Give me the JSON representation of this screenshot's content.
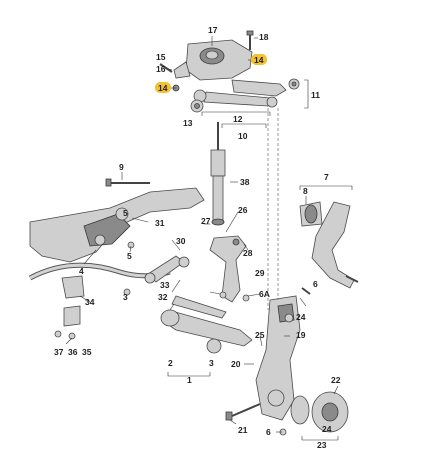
{
  "diagram": {
    "highlight_color": "#f2c230",
    "callouts": [
      {
        "text": "17"
      },
      {
        "text": "18"
      },
      {
        "text": "14"
      },
      {
        "text": "14"
      },
      {
        "text": "15"
      },
      {
        "text": "16"
      },
      {
        "text": "11"
      },
      {
        "text": "12"
      },
      {
        "text": "10"
      },
      {
        "text": "13"
      },
      {
        "text": "9"
      },
      {
        "text": "38"
      },
      {
        "text": "7"
      },
      {
        "text": "8"
      },
      {
        "text": "5"
      },
      {
        "text": "31"
      },
      {
        "text": "27"
      },
      {
        "text": "26"
      },
      {
        "text": "30"
      },
      {
        "text": "28"
      },
      {
        "text": "4"
      },
      {
        "text": "5"
      },
      {
        "text": "29"
      },
      {
        "text": "33"
      },
      {
        "text": "32"
      },
      {
        "text": "3"
      },
      {
        "text": "6A"
      },
      {
        "text": "6"
      },
      {
        "text": "34"
      },
      {
        "text": "25"
      },
      {
        "text": "19"
      },
      {
        "text": "24"
      },
      {
        "text": "37"
      },
      {
        "text": "36"
      },
      {
        "text": "35"
      },
      {
        "text": "2"
      },
      {
        "text": "3"
      },
      {
        "text": "1"
      },
      {
        "text": "20"
      },
      {
        "text": "22"
      },
      {
        "text": "21"
      },
      {
        "text": "6"
      },
      {
        "text": "24"
      },
      {
        "text": "23"
      }
    ]
  }
}
